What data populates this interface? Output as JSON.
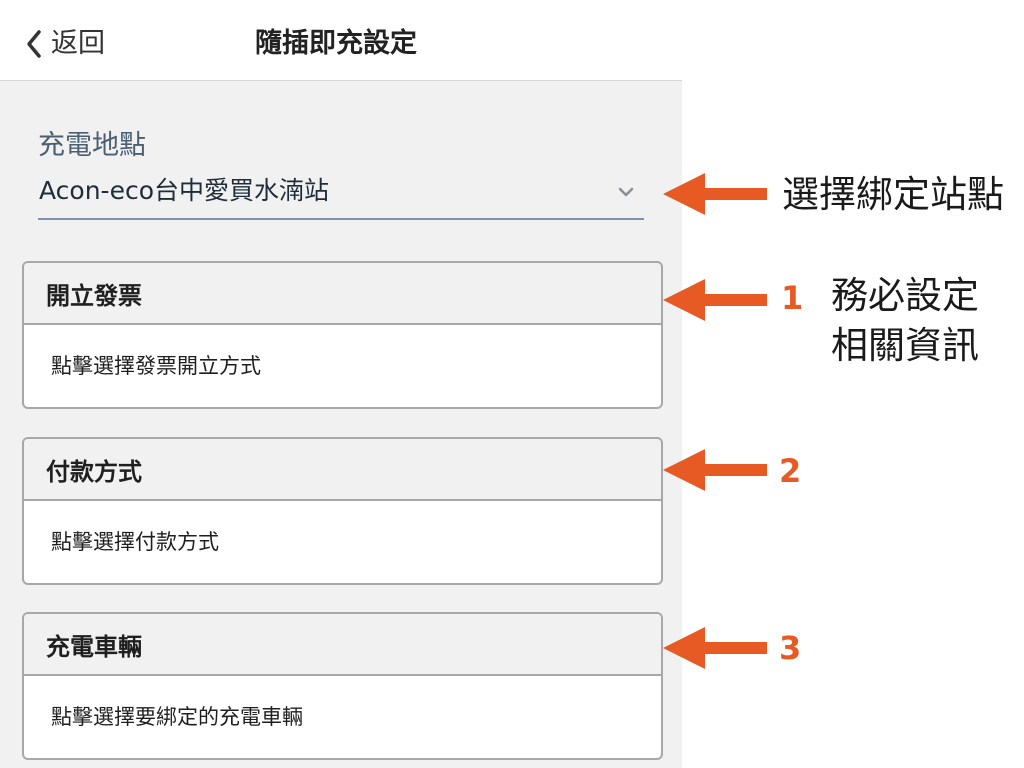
{
  "header": {
    "back_label": "返回",
    "title": "隨插即充設定"
  },
  "location": {
    "label": "充電地點",
    "selected": "Acon-eco台中愛買水湳站"
  },
  "cards": [
    {
      "title": "開立發票",
      "placeholder": "點擊選擇發票開立方式"
    },
    {
      "title": "付款方式",
      "placeholder": "點擊選擇付款方式"
    },
    {
      "title": "充電車輛",
      "placeholder": "點擊選擇要綁定的充電車輛"
    }
  ],
  "annotations": {
    "select_station": "選擇綁定站點",
    "steps": [
      "1",
      "2",
      "3"
    ],
    "required_line1": "務必設定",
    "required_line2": "相關資訊"
  },
  "icons": {
    "back": "chevron-left-icon",
    "dropdown": "chevron-down-icon",
    "arrow": "orange-left-arrow-icon"
  },
  "colors": {
    "accent": "#e85a24",
    "panel_background": "#f1f1f1",
    "card_border": "#a8a8a8",
    "select_underline": "#7d93ab"
  }
}
